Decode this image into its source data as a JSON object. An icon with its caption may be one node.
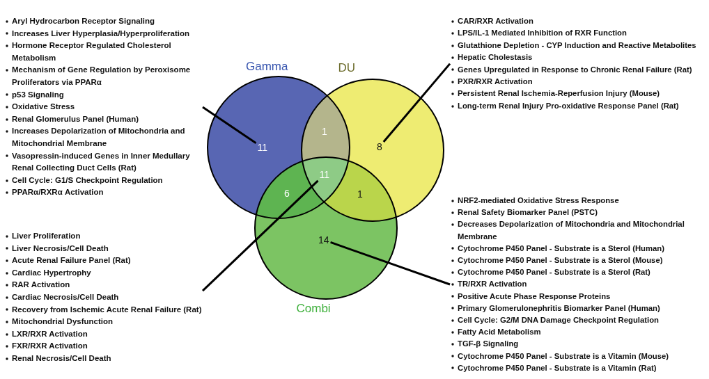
{
  "diagram": {
    "nodes": [
      {
        "text": [
          "Gamma"
        ]
      },
      {
        "text": [
          "DU"
        ]
      },
      {
        "text": [
          "Combi"
        ]
      },
      {
        "text": [
          "11"
        ],
        "in": 0
      },
      {
        "text": [
          "1"
        ]
      },
      {
        "text": [
          "8"
        ],
        "in": 1
      },
      {
        "text": [
          "6"
        ]
      },
      {
        "text": [
          "11"
        ]
      },
      {
        "text": [
          "1"
        ]
      },
      {
        "text": [
          "14"
        ],
        "in": 2
      },
      {
        "text": [
          "Aryl Hydrocarbon Receptor Signaling",
          "Increases Liver Hyperplasia/Hyperproliferation",
          "Hormone Receptor Regulated Cholesterol Metabolism",
          "Mechanism of Gene Regulation by Peroxisome Proliferators via PPARα",
          "p53 Signaling",
          "Oxidative Stress",
          "Renal Glomerulus Panel (Human)",
          "Increases Depolarization of Mitochondria and Mitochondrial Membrane",
          "Vasopressin-induced Genes in Inner Medullary Renal Collecting Duct Cells (Rat)",
          "Cell Cycle: G1/S Checkpoint Regulation",
          "PPARα/RXRα Activation"
        ]
      },
      {
        "text": [
          "Liver Proliferation",
          "Liver Necrosis/Cell Death",
          "Acute Renal Failure Panel (Rat)",
          "Cardiac Hypertrophy",
          "RAR Activation",
          "Cardiac Necrosis/Cell Death",
          "Recovery from Ischemic Acute Renal Failure (Rat)",
          "Mitochondrial Dysfunction",
          "LXR/RXR Activation",
          "FXR/RXR Activation",
          "Renal Necrosis/Cell Death"
        ]
      },
      {
        "text": [
          "CAR/RXR Activation",
          "LPS/IL-1 Mediated Inhibition of RXR Function",
          "Glutathione Depletion - CYP Induction and Reactive Metabolites",
          "Hepatic Cholestasis",
          "Genes Upregulated in Response to Chronic Renal Failure (Rat)",
          "PXR/RXR Activation",
          "Persistent Renal Ischemia-Reperfusion Injury (Mouse)",
          "Long-term Renal Injury Pro-oxidative Response Panel (Rat)"
        ]
      },
      {
        "text": [
          "NRF2-mediated Oxidative Stress Response",
          "Renal Safety Biomarker Panel (PSTC)",
          "Decreases Depolarization of Mitochondria and Mitochondrial Membrane",
          "Cytochrome P450 Panel - Substrate is a Sterol (Human)",
          "Cytochrome P450 Panel - Substrate is a Sterol (Mouse)",
          "Cytochrome P450 Panel - Substrate is a Sterol (Rat)",
          "TR/RXR Activation",
          "Positive Acute Phase Response Proteins",
          "Primary Glomerulonephritis Biomarker Panel (Human)",
          "Cell Cycle: G2/M DNA Damage Checkpoint Regulation",
          "Fatty Acid Metabolism",
          "TGF-β Signaling",
          "Cytochrome P450 Panel - Substrate is a Vitamin (Mouse)",
          "Cytochrome P450 Panel - Substrate is a Vitamin (Rat)"
        ]
      }
    ],
    "edges": [
      {
        "from": 10,
        "to": 3,
        "arrow": "none"
      },
      {
        "from": 11,
        "to": 7,
        "arrow": "none"
      },
      {
        "from": 12,
        "to": 5,
        "arrow": "none"
      },
      {
        "from": 13,
        "to": 9,
        "arrow": "none"
      }
    ]
  }
}
